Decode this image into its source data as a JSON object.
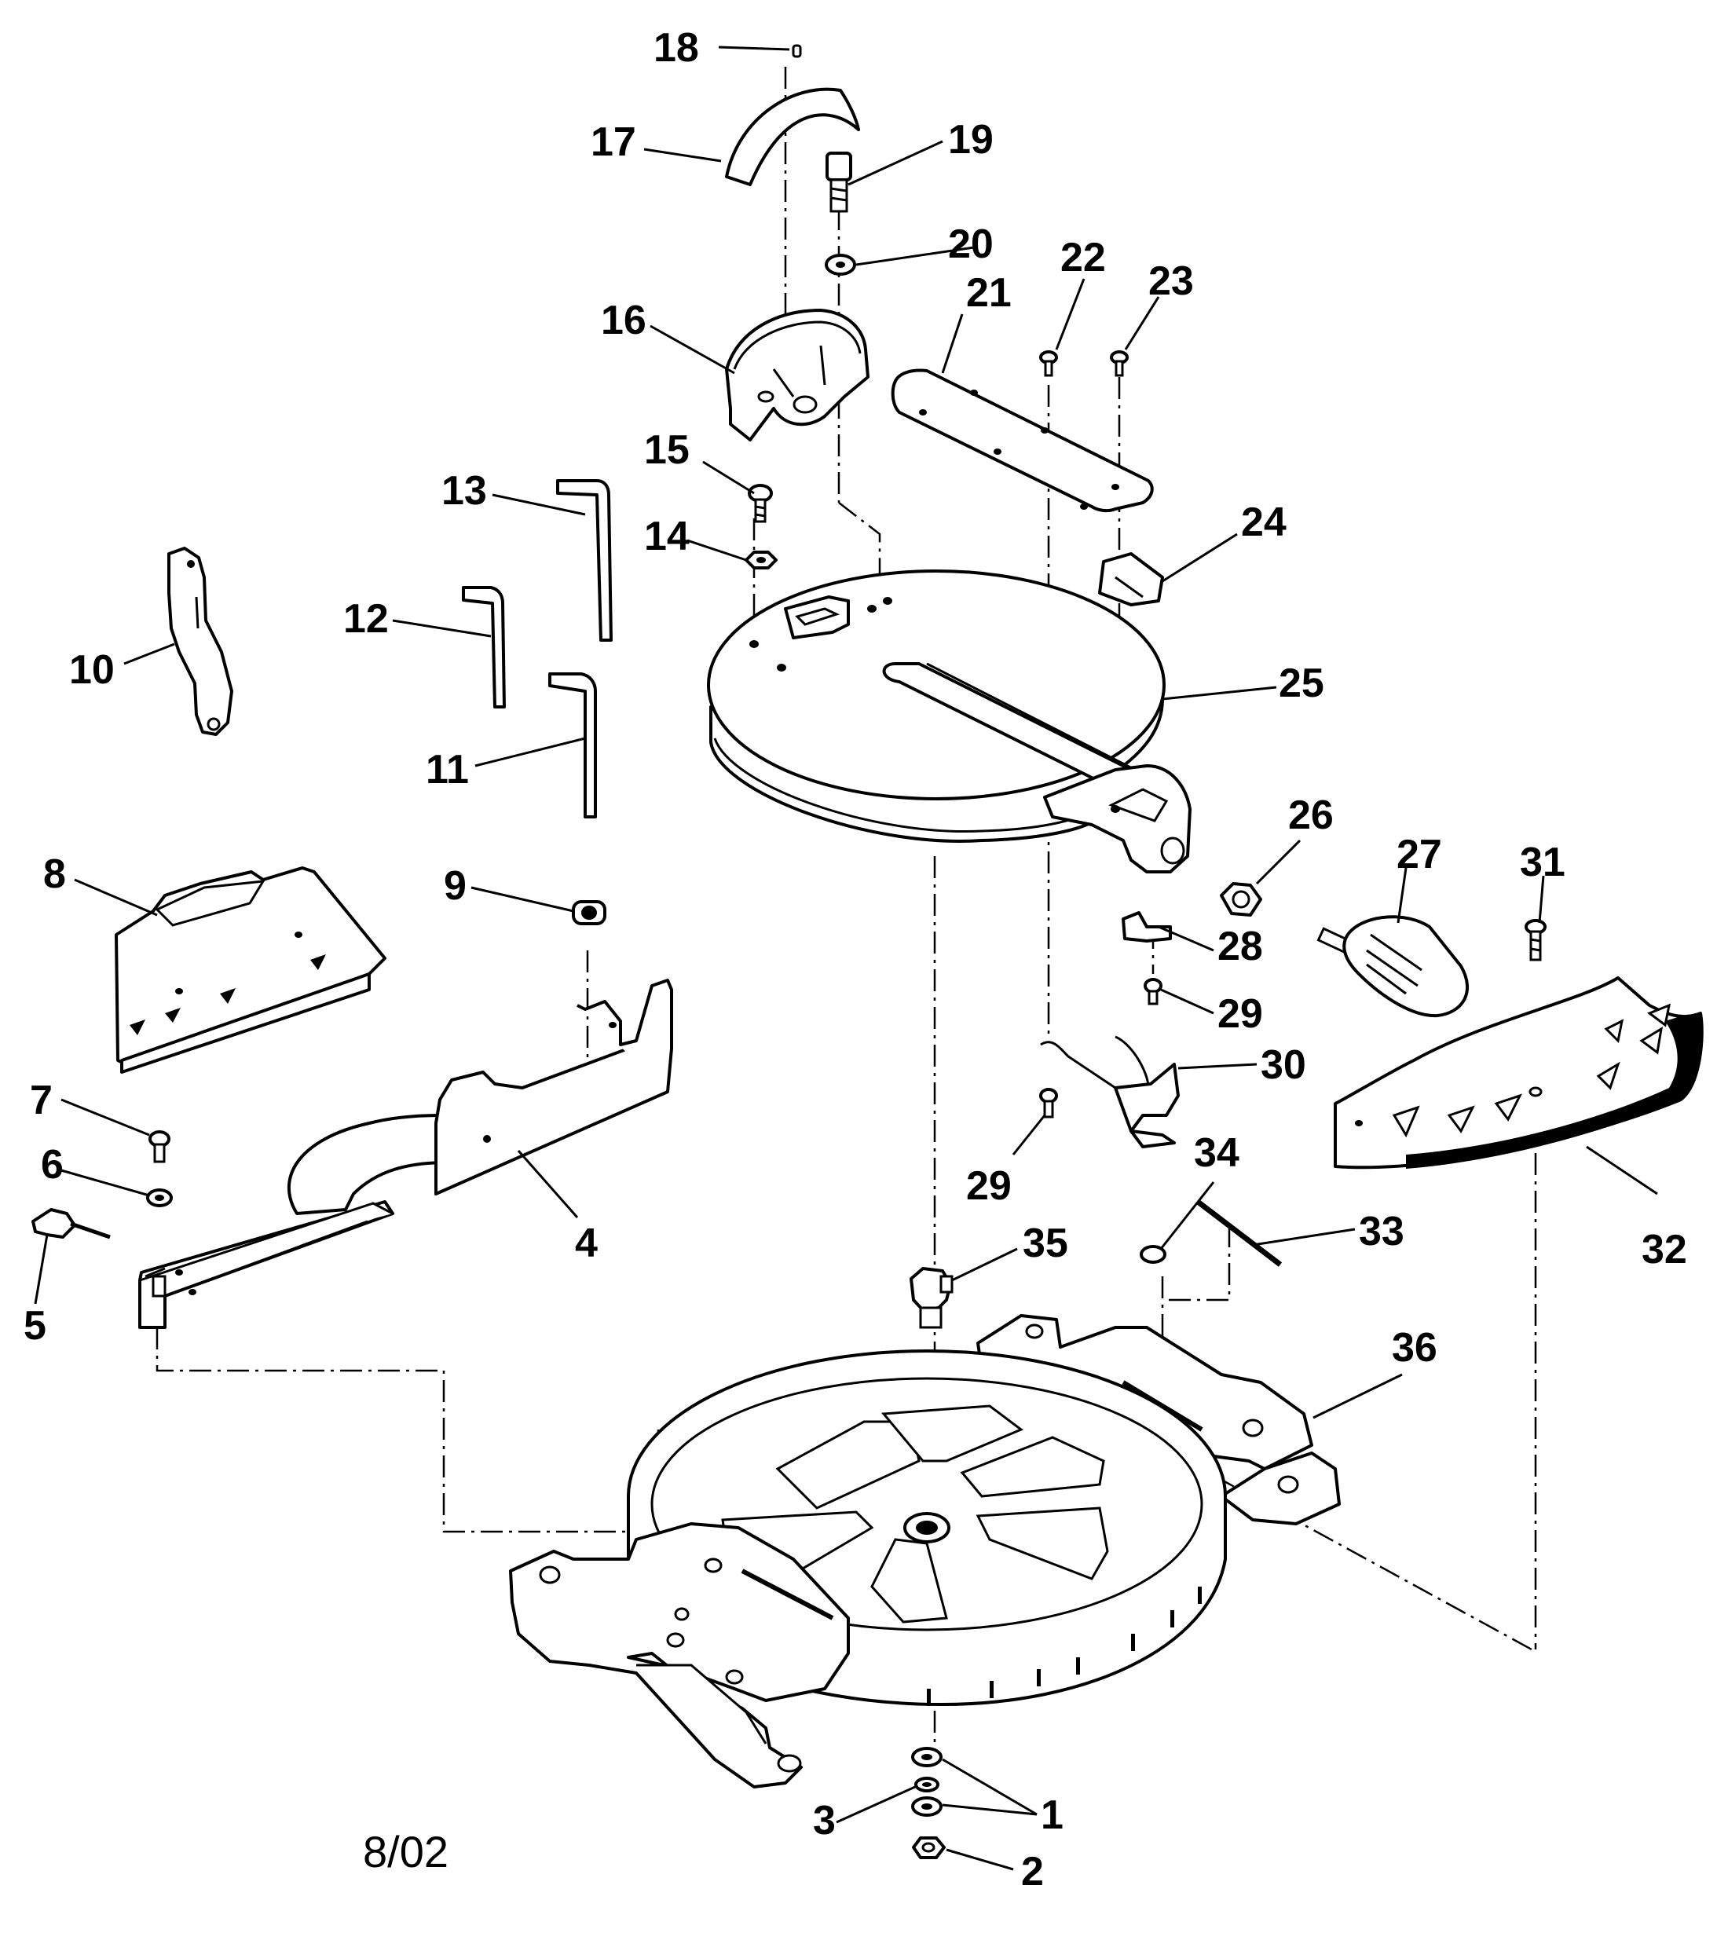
{
  "diagram": {
    "date_code": "8/02",
    "callouts": [
      "1",
      "2",
      "3",
      "4",
      "5",
      "6",
      "7",
      "8",
      "9",
      "10",
      "11",
      "12",
      "13",
      "14",
      "15",
      "16",
      "17",
      "18",
      "19",
      "20",
      "21",
      "22",
      "23",
      "24",
      "25",
      "26",
      "27",
      "28",
      "29",
      "29",
      "30",
      "31",
      "32",
      "33",
      "34",
      "35",
      "36"
    ]
  }
}
